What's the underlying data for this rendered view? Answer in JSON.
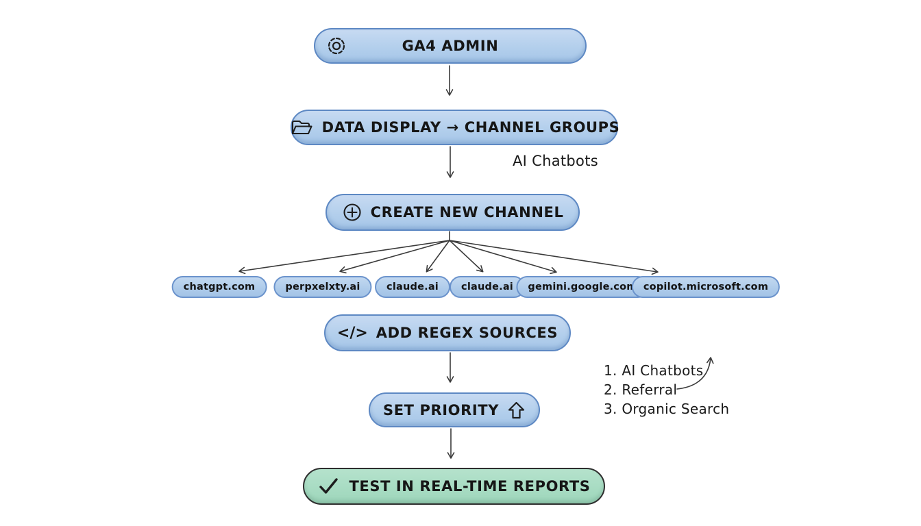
{
  "diagram": {
    "colors": {
      "pill_fill": "#b3cfec",
      "pill_border": "#5d88c3",
      "chip_border": "#6b93cc",
      "green_fill": "#a8dcc3",
      "green_border": "#2e2e2e",
      "text": "#151515",
      "arrow": "#3b3b3b",
      "background": "#ffffff"
    },
    "nodes": {
      "ga4_admin": "GA4 ADMIN",
      "data_display": "DATA DISPLAY → CHANNEL GROUPS",
      "create_channel": "CREATE NEW CHANNEL",
      "add_regex": "ADD REGEX SOURCES",
      "add_regex_icon_text": "</>",
      "set_priority": "SET PRIORITY",
      "test_reports": "TEST IN REAL-TIME REPORTS"
    },
    "annotation": "AI Chatbots",
    "sources": [
      "chatgpt.com",
      "perpxelxty.ai",
      "claude.ai",
      "claude.ai",
      "gemini.google.com",
      "copilot.microsoft.com"
    ],
    "priority_list": [
      "1. AI Chatbots",
      "2. Referral",
      "3. Organic Search"
    ]
  }
}
